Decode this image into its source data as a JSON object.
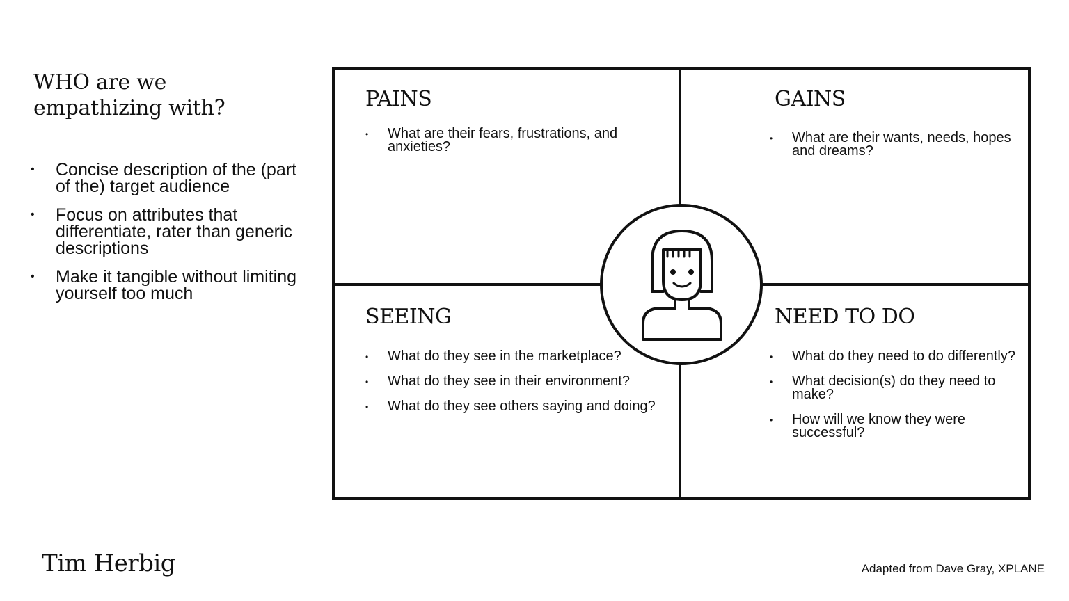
{
  "intro": {
    "title_line1": "WHO are we",
    "title_line2": "empathizing with?",
    "bullets": [
      "Concise description of the (part of the) target audience",
      "Focus on attributes that differentiate, rater than generic descriptions",
      "Make it tangible without limiting yourself too much"
    ]
  },
  "quadrants": {
    "pains": {
      "title": "PAINS",
      "items": [
        "What are their fears, frustrations, and anxieties?"
      ]
    },
    "gains": {
      "title": "GAINS",
      "items": [
        "What are their wants, needs, hopes and dreams?"
      ]
    },
    "seeing": {
      "title": "SEEING",
      "items": [
        "What do they see in the marketplace?",
        "What do they see in their environment?",
        "What do they see others saying and doing?"
      ]
    },
    "need_to_do": {
      "title": "NEED TO DO",
      "items": [
        "What do they need to do differently?",
        "What decision(s) do they need to make?",
        "How will we know they were successful?"
      ]
    }
  },
  "persona": {
    "icon": "person-icon"
  },
  "footer": {
    "author": "Tim Herbig",
    "credit": "Adapted from Dave Gray, XPLANE"
  }
}
